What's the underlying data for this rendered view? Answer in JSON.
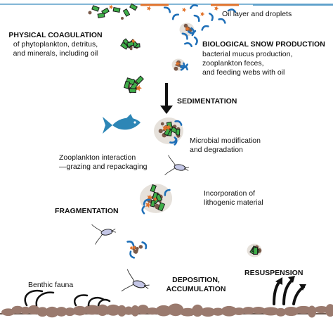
{
  "labels": {
    "oil_layer": "Oil layer and droplets",
    "physical_coagulation_title": "PHYSICAL COAGULATION",
    "physical_coagulation_line1": "of phytoplankton, detritus,",
    "physical_coagulation_line2": "and minerals, including oil",
    "bio_snow_title": "BIOLOGICAL SNOW PRODUCTION",
    "bio_snow_line1": "bacterial mucus production,",
    "bio_snow_line2": "zooplankton feces,",
    "bio_snow_line3": "and feeding webs with oil",
    "sedimentation": "SEDIMENTATION",
    "microbial_line1": "Microbial modification",
    "microbial_line2": "and degradation",
    "zooplankton_line1": "Zooplankton interaction",
    "zooplankton_line2": "—grazing and repackaging",
    "lithogenic_line1": "Incorporation of",
    "lithogenic_line2": "lithogenic material",
    "fragmentation": "FRAGMENTATION",
    "resuspension": "RESUSPENSION",
    "deposition_line1": "DEPOSITION,",
    "deposition_line2": "ACCUMULATION",
    "benthic_fauna": "Benthic fauna"
  },
  "colors": {
    "water_line": "#5a9ec9",
    "phytoplankton": "#3fae49",
    "phytoplankton_outline": "#1a1a1a",
    "oil": "#e1722a",
    "mucus": "#1e6fb8",
    "detritus": "#7a5a4a",
    "mineral": "#b7a898",
    "fish": "#2d86b6",
    "zooplankton": "#c4c6e6",
    "sediment": "#9a7a6e",
    "text": "#111111",
    "arrow": "#111111"
  }
}
